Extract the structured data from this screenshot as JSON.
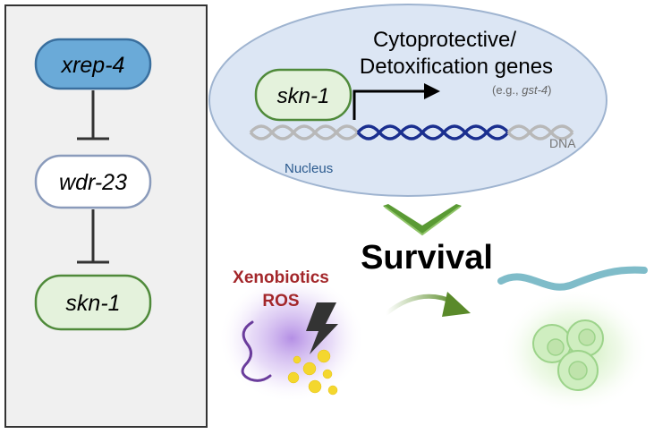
{
  "pathway": {
    "top_gene": "xrep-4",
    "middle_gene": "wdr-23",
    "bottom_gene": "skn-1"
  },
  "nucleus": {
    "gene": "skn-1",
    "target_line1": "Cytoprotective/",
    "target_line2": "Detoxification genes",
    "example_prefix": "(e.g., ",
    "example_gene": "gst-4",
    "example_suffix": ")",
    "dna_label": "DNA",
    "nucleus_label": "Nucleus"
  },
  "stress": {
    "line1": "Xenobiotics",
    "line2": "ROS"
  },
  "outcome": {
    "label": "Survival"
  },
  "colors": {
    "xrep_fill": "#6aaad8",
    "xrep_stroke": "#3a6f9e",
    "wdr_stroke": "#8a9bbb",
    "skn_fill": "#e4f2dc",
    "skn_stroke": "#4f8a3a",
    "nucleus_fill": "#dce6f4",
    "nucleus_stroke": "#9fb4d0",
    "dna_active": "#1a2f8f",
    "dna_inactive": "#b8b8b8",
    "stress_text": "#a3262a",
    "nucleus_label": "#2b5a8e",
    "chevron_green": "#5a9a34",
    "arrow_green": "#6a9b3a",
    "worm": "#7fbcc9",
    "cell_fill": "#cfeec0"
  }
}
